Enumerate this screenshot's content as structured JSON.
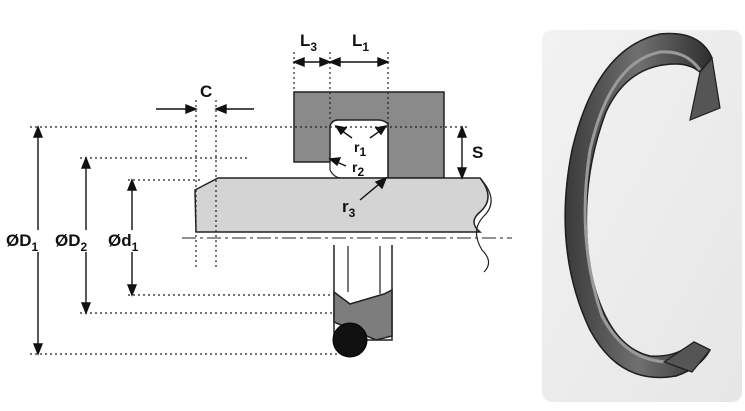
{
  "labels": {
    "c": "C",
    "l3": {
      "main": "L",
      "sub": "3"
    },
    "l1": {
      "main": "L",
      "sub": "1"
    },
    "s": "S",
    "r1": {
      "main": "r",
      "sub": "1"
    },
    "r2": {
      "main": "r",
      "sub": "2"
    },
    "r3": {
      "main": "r",
      "sub": "3"
    },
    "d1_outer": {
      "main": "ØD",
      "sub": "1"
    },
    "d2": {
      "main": "ØD",
      "sub": "2"
    },
    "d1_rod": {
      "main": "Ød",
      "sub": "1"
    }
  },
  "colors": {
    "housing": "#8a8a8a",
    "rod": "#d4d4d4",
    "seal_ring": "#5a5a5a",
    "oring": "#111111",
    "lines": "#111111"
  }
}
